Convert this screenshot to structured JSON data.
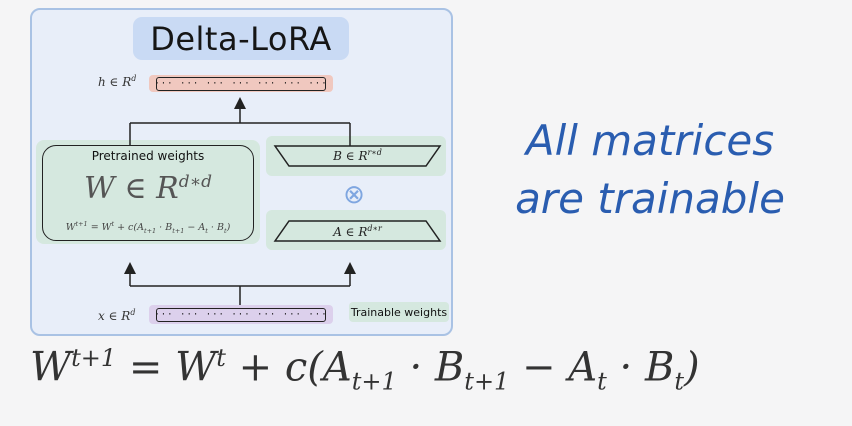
{
  "diagram": {
    "title": "Delta-LoRA",
    "output_vector": {
      "label_base": "h ∈ R",
      "label_exp": "d",
      "bar_text": "··· ··· ··· ··· ··· ··· ··· ··· ···"
    },
    "input_vector": {
      "label_base": "x ∈ R",
      "label_exp": "d",
      "bar_text": "··· ··· ··· ··· ··· ··· ··· ··· ···"
    },
    "pretrained": {
      "label": "Pretrained weights",
      "matrix_base": "W ∈ R",
      "matrix_exp": "d∗d",
      "update_rule": {
        "W": "W",
        "t1": "t+1",
        "eq": " = W",
        "t": "t",
        "mid": " + c(A",
        "sub_t1": "t+1",
        "dot": " · B",
        "sub_t1b": "t+1",
        "minus": " − A",
        "sub_t": "t",
        "dot2": " · B",
        "sub_tb": "t",
        "close": ")"
      }
    },
    "matrix_b": {
      "base": "B ∈ R",
      "exp": "r∗d"
    },
    "matrix_a": {
      "base": "A ∈ R",
      "exp": "d∗r"
    },
    "operator": "⊗",
    "trainable_label": "Trainable weights"
  },
  "side_caption": {
    "line1": "All matrices",
    "line2": "are trainable"
  },
  "bottom_equation": {
    "W": "W",
    "t1": "t+1",
    "eq": " = W",
    "t": "t",
    "mid": " + c(A",
    "sub_t1": "t+1",
    "dot": " · B",
    "sub_t1b": "t+1",
    "minus": " − A",
    "sub_t": "t",
    "dot2": " · B",
    "sub_tb": "t",
    "close": ")"
  },
  "colors": {
    "panel_bg": "#e8eef9",
    "panel_border": "#a9c2e4",
    "title_bg": "#c9daf4",
    "output_highlight": "#f0c8bf",
    "input_highlight": "#dcd0ec",
    "trainable_highlight": "#d5e8df",
    "caption": "#2a5db0"
  }
}
